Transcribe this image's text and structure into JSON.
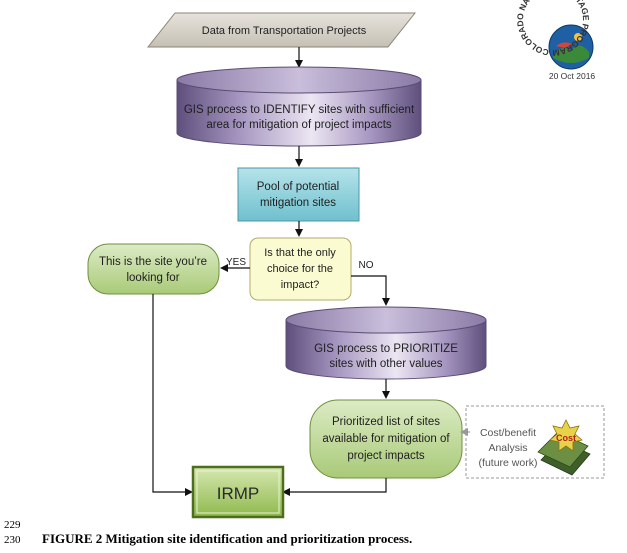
{
  "diagram": {
    "input": "Data from Transportation Projects",
    "identify_process": [
      "GIS process to IDENTIFY sites with sufficient",
      "area for mitigation of project impacts"
    ],
    "pool": [
      "Pool of potential",
      "mitigation sites"
    ],
    "decision": [
      "Is that the only",
      "choice for the",
      "impact?"
    ],
    "yes_label": "YES",
    "no_label": "NO",
    "this_site": [
      "This is the site you’re",
      "looking for"
    ],
    "prioritize_process": [
      "GIS process to PRIORITIZE",
      "sites with other values"
    ],
    "prioritized_list": [
      "Prioritized list of sites",
      "available for mitigation of",
      "project impacts"
    ],
    "cost_benefit": [
      "Cost/benefit",
      "Analysis",
      "(future work)"
    ],
    "cost_badge": "Cost",
    "irmp": "IRMP"
  },
  "logo": {
    "arc_text": "COLORADO NATURAL HERITAGE PROGRAM",
    "date": "20 Oct 2016"
  },
  "caption": {
    "line_a": "229",
    "line_b": "230",
    "text": "FIGURE 2 Mitigation site identification and prioritization process."
  },
  "colors": {
    "input_fill": "#d4d0c6",
    "purple_dark": "#6a5a86",
    "purple_light": "#e4ddee",
    "teal": "#8cd0dc",
    "decision_fill": "#fbfbd2",
    "green": "#bed797",
    "green_border": "#6f8f3c",
    "irmp_fill": "#a4c662"
  }
}
